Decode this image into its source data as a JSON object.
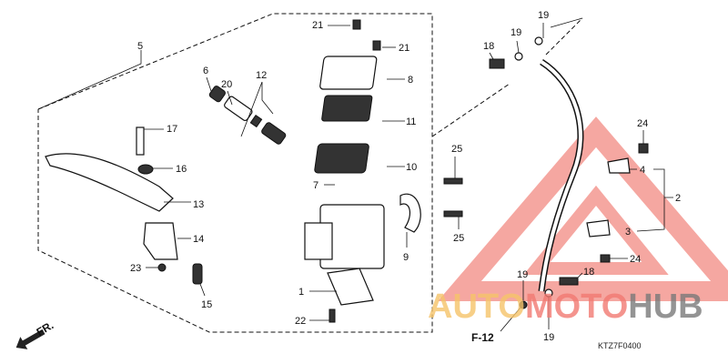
{
  "diagram": {
    "drawing_code": "KTZ7F0400",
    "reference": "F-12",
    "direction_marker": "FR.",
    "callouts": {
      "c5": "5",
      "c21a": "21",
      "c21b": "21",
      "c8": "8",
      "c12": "12",
      "c6": "6",
      "c20": "20",
      "c11": "11",
      "c17": "17",
      "c16": "16",
      "c10": "10",
      "c13": "13",
      "c7": "7",
      "c25a": "25",
      "c25b": "25",
      "c9": "9",
      "c14": "14",
      "c23": "23",
      "c15": "15",
      "c1": "1",
      "c22": "22",
      "c18a": "18",
      "c19a": "19",
      "c19b": "19",
      "c24a": "24",
      "c4": "4",
      "c2": "2",
      "c3": "3",
      "c24b": "24",
      "c19c": "19",
      "c19d": "19",
      "c18b": "18"
    }
  },
  "watermark": {
    "part1": "AUTO",
    "part2": "MOTO",
    "part3": "HUB",
    "colors": {
      "auto": "#f6c46a",
      "moto": "#f27a72",
      "hub": "#7a7a7a",
      "triangle": "#f28a82"
    }
  }
}
